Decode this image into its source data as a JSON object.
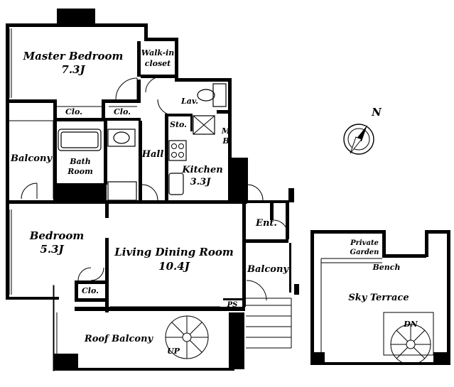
{
  "floorplan": {
    "rooms": {
      "master_bedroom": {
        "name": "Master Bedroom",
        "size": "7.3J"
      },
      "walk_in_closet": {
        "line1": "Walk-in",
        "line2": "closet"
      },
      "lavatory": "Lav.",
      "closet_1": "Clo.",
      "closet_2": "Clo.",
      "closet_3": "Clo.",
      "storage": "Sto.",
      "meter_box": {
        "line1": "M",
        "line2": "B"
      },
      "balcony_west": "Balcony",
      "bathroom": {
        "line1": "Bath",
        "line2": "Room"
      },
      "hall": "Hall",
      "kitchen": {
        "name": "Kitchen",
        "size": "3.3J"
      },
      "bedroom": {
        "name": "Bedroom",
        "size": "5.3J"
      },
      "entrance": "Ent.",
      "living_dining": {
        "name": "Living Dining Room",
        "size": "10.4J"
      },
      "balcony_east": "Balcony",
      "pipe_space": "PS",
      "roof_balcony": "Roof Balcony",
      "stairs_up": "UP",
      "private_garden": {
        "line1": "Private",
        "line2": "Garden"
      },
      "bench": "Bench",
      "sky_terrace": "Sky Terrace",
      "stairs_down": "DN"
    },
    "compass": {
      "label": "N"
    }
  }
}
